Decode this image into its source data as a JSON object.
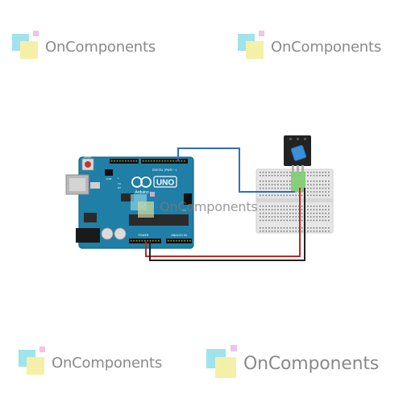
{
  "watermarks": {
    "text": "OnComponents"
  },
  "board": {
    "brand": "UNO",
    "maker": "Arduino",
    "labels": {
      "digital": "DIGITAL (PWM ~)",
      "power": "POWER",
      "analog": "ANALOG IN",
      "reset": "RESET",
      "icsp": "ICSP",
      "tx": "TX",
      "rx": "RX",
      "l": "L",
      "on": "ON"
    }
  },
  "colors": {
    "board": "#1f7fa6",
    "board_dark": "#16668a",
    "breadboard": "#e6e6e6",
    "module": "#222222",
    "sensor": "#3a8fd6",
    "wire_signal": "#2f6fbf",
    "wire_vcc": "#c0271e",
    "wire_gnd": "#222222",
    "wm_text": "#8a8a8a",
    "wm_cyan": "#9fe3ec",
    "wm_yellow": "#f5f0a8",
    "wm_pink": "#f1c3e6"
  }
}
